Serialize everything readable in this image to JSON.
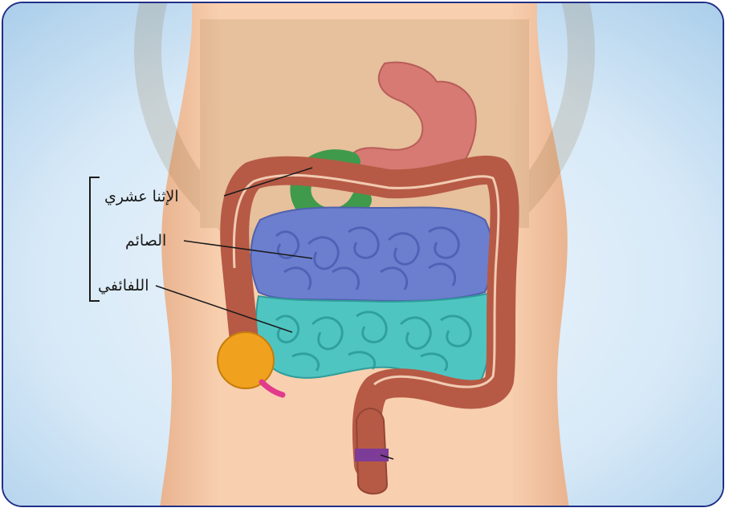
{
  "labels": {
    "duodenum": "الإثنا عشري",
    "jejunum": "الصائم",
    "ileum": "اللفائفي"
  },
  "colors": {
    "frame_border": "#1f2f86",
    "background_blue": "#cfe5f5",
    "skin": "#f6c9a6",
    "stomach": "#d77a74",
    "duodenum": "#3f9a4c",
    "jejunum": "#6c7fcf",
    "ileum": "#4fc5c2",
    "colon": "#b65a45",
    "appendix_cecum": "#f0a11e",
    "appendix_tip": "#e23b8c",
    "rectum_band": "#7d3c98"
  }
}
